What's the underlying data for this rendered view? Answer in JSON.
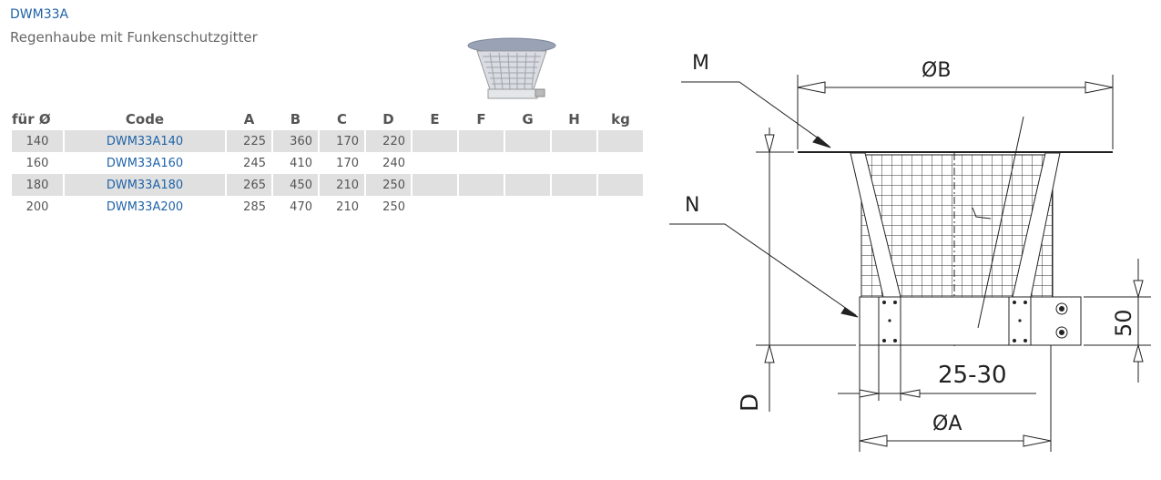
{
  "header": {
    "code": "DWM33A",
    "subtitle": "Regenhaube mit Funkenschutzgitter"
  },
  "table": {
    "columns": [
      "für Ø",
      "Code",
      "A",
      "B",
      "C",
      "D",
      "E",
      "F",
      "G",
      "H",
      "kg"
    ],
    "rows": [
      [
        "140",
        "DWM33A140",
        "225",
        "360",
        "170",
        "220",
        "",
        "",
        "",
        "",
        ""
      ],
      [
        "160",
        "DWM33A160",
        "245",
        "410",
        "170",
        "240",
        "",
        "",
        "",
        "",
        ""
      ],
      [
        "180",
        "DWM33A180",
        "265",
        "450",
        "210",
        "250",
        "",
        "",
        "",
        "",
        ""
      ],
      [
        "200",
        "DWM33A200",
        "285",
        "470",
        "210",
        "250",
        "",
        "",
        "",
        "",
        ""
      ]
    ]
  },
  "drawing": {
    "label_M": "M",
    "label_N": "N",
    "label_B": "ØB",
    "label_A": "ØA",
    "label_D": "D",
    "label_50": "50",
    "label_2530": "25-30"
  }
}
